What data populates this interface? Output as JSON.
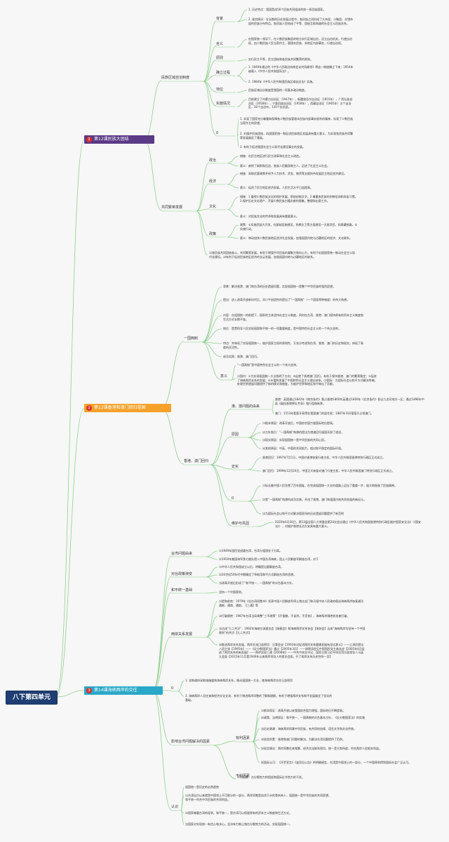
{
  "root": "八下第四单元",
  "colors": {
    "line": "#8fd08f",
    "root_bg": "#1f3e73",
    "topic12_bg": "#5b3a86",
    "topic13_bg": "#f5a12a",
    "topic14_bg": "#2aa8c8",
    "number_badge": "#d9302c"
  },
  "topics": [
    {
      "num": "1",
      "title": "第12课民族大团结",
      "branches": [
        {
          "label": "民族区域自治制度",
          "children": [
            {
              "label": "背景",
              "notes": [
                "1. 历史特点：我国是由56个民族共同组成的统一多民族国家。",
                "2. 现实情况：在长期的历史发展过程中，各民族之间形成了大杂居、小聚居、交错杂居的民族分布特点。各民族人民结成了平等、团结互助和谐的社会主义民族关系。"
              ]
            },
            {
              "label": "含义",
              "notes": [
                "在国家统一领导下，在少数民族聚居的地方实行区域自治，设立自治机关，行使自治权，由少数民族人民当家作主，管理本民族、本地区内部事务，行使自治权。"
              ]
            },
            {
              "label": "原则",
              "notes": [
                "实行民主平等，民主团结和各民族共同繁荣的原则。"
              ]
            },
            {
              "label": "确立过程",
              "notes": [
                "1. 1949年通过的《中华人民政治协商会议共同纲领》将这一制度确立下来；1954年被载入《中华人民共和国宪法》。",
                "2. 1984年《中华人民共和国民族区域自治法》实施。"
              ]
            },
            {
              "label": "地位",
              "notes": [
                "民族区域自治制度是我国的一项基本政治制度。"
              ]
            },
            {
              "label": "实施情况",
              "notes": [
                "目前建立了内蒙古自治区（1947年），新疆维吾尔自治区（1955年），广西壮族自治区（1958年），宁夏回族自治区（1958年），西藏自治区（1965年）五个自治区，30个自治州，120个自治县。"
              ]
            },
            {
              "label": "0",
              "notes": [
                "1. 实现了国家充分尊重和保障各少数民族管理本民族内部事务权利的精神，实现了少数民族当家作主的愿望。",
                "2. 对维护民族团结，巩固国家统一和促进民族地区发展具有重大意义，为实现各民族共同繁荣发展奠定了基础。",
                "3. 有利于促进我国社会主义现代化建设事业的发展。"
              ]
            }
          ]
        },
        {
          "label": "共同繁荣发展",
          "children": [
            {
              "label": "政治",
              "notes": [
                "措施：在民主地区进行民主改革和社会主义改造。",
                "意义：废除了剥削和压迫，各族人民翻身做主人，迈进了社会主义社会。"
              ]
            },
            {
              "label": "经济",
              "notes": [
                "措施：采取优惠政策并给予人力技术、资金、物资等支援扶持发展民主地区经济建设。",
                "意义：促进了民主地区经济发展，人民生活水平日益提高。"
              ]
            },
            {
              "label": "文化",
              "notes": [
                "措施：1.重视少数民族文化的保护发展，帮助创制文字。2.尊重各民族的宗教信仰和风俗习惯。3.保护历史文化遗产，开展少数民族古籍文献的搜集，整理和出版工作。",
                "意义：对民族文化的传承和发展具有重要意义。"
              ]
            },
            {
              "label": "政策",
              "notes": [
                "政策：①实施西部大开发，在基础设施建设、科教文卫等方面建设一大批项目，如青藏铁路。②实施行动。",
                "意义：带动加快少数民族地区经济社会发展，加强祖国内地与边疆地区的经济、文化联系。"
              ]
            }
          ],
          "summary": "⑴各民族共同团结奋斗，共同繁荣发展，有利于增强中华民族的凝聚力和向心力，有利于巩固国家统一推动社会主义现代化建设。⑵有利于促进民族地区经济的长足发展，加强祖国内地与边疆地区的联系。"
        }
      ]
    },
    {
      "num": "2",
      "title": "第13课香港和澳门回归祖国",
      "branches": [
        {
          "label": "一国两制",
          "notes": [
            "背景：解决香港、澳门和台湾的历史遗留问题，实现祖国统一是整个中华民族的强烈愿望。",
            "提出：进入改革开放新时代后，邓小平创造性的提出了“一国两制”（一个国家两种制度）的伟大构想。",
            "内容：在祖国统一的前提下，国家的主体坚持社会主义制度，同时在台湾、香港、澳门保持原有的资本主义制度和生活方式长期不变。",
            "地位：是贯彻导人民实现祖国和平统一的一项重要制度，是中国特色社会主义的一个伟大创举。",
            "特点：并体现了实现祖国统一，维护国家主权的原则性，又充分考虑到台湾、香港、澳门的历史和现实，体现了高度的灵活性。",
            "成功实践：香港、澳门回归。"
          ],
          "significance": {
            "label": "意义",
            "notes": [
              "“一国两制”是中国特色社会主义的一个伟大创举。",
              "⑴国内：①为实现祖国统一大业指明了方向；②促使了香港澳门回归，有利于保持香港、澳门的繁荣稳定；③促进了海峡两岸关系的发展；④丰富和发展了中国特色社会主义理论体系。⑵国际：为国际社会以和平方式解决争端，处理世界遗留问题提供了新的模式和借鉴，为维护世界和地区和平做出了贡献。"
            ]
          }
        },
        {
          "label": "香港、澳门回归",
          "children": [
            {
              "label": "港、澳问题的由来",
              "notes": [
                "香港：英国通过1842年《南京条约》割占香港1860年英通过1860年《北京条约》割占九龙司地方一区；通过1898年中英《展拓香港界址专条》强行租借新界。",
                "澳门：1553年葡萄牙获得在我国澳门的居住权；1887年不好葡萄牙占领澳门。"
              ]
            },
            {
              "label": "原因",
              "notes": [
                "⑴根本原因：改革开放后，中国综合国力强国际地位提高。",
                "⑵方针指引：“一国两制”构想的提出为港澳回归祖国开辟了途径。",
                "⑶现实原因：实现祖国统一是中华民族的共同心愿。",
                "⑷其他原因：中英、中葡的共同努力，相对和平稳定的国际环境。"
              ]
            },
            {
              "label": "史实",
              "notes": [
                "香港回归：1997年7月1日，中国对香港恢复行使主权，中华人民共和国香港特别行政区正式成立。",
                "澳门回归：1999年12月20日，中国正式恢复对澳门行使主权，中华人民共和国澳门特别行政区正式成立。"
              ]
            },
            {
              "label": "0",
              "notes": [
                "⑴标志着中国人民洗雪了百年国耻，在完成祖国统一大业的道路上迈出了重要一步，极大地振奋了民族精神。",
                "⑵是“一国两制”构想的成功实践，开创了香港、澳门和祖国内地共同发展的新纪元。",
                "⑶为国际社会以和平方式解决国家间的历史遗留问题提供了新范例"
              ]
            },
            {
              "label": "维护与巩固",
              "notes": [
                "2020年6月30日，第13届全国人大常委会第20次会议通过《中华人民共和国香港特别行政区维护国家安全法》（《国安法》），对维护香港长治久安具有重大意义。"
              ]
            }
          ]
        }
      ]
    },
    {
      "num": "3",
      "title": "第14课海峡两岸的交往",
      "branches": [
        {
          "label": "台湾问题由来",
          "notes": [
            "⑴1949年国民党退踞台湾，台湾与祖国处于分离。",
            "⑵1950年美国海军第七舰队侵入中国台湾海峡，阻止人民解放军解放台湾，对于"
          ]
        },
        {
          "label": "对台政策演变",
          "notes": [
            "⑴中华人民共和国成立以后，明确提出要解放台湾。",
            "⑵20世纪50年代中期确定了争取用和平方式解放台湾的思想。",
            "⑶改革开放后形成了“和平统一，一国两制”的对台基本方针。"
          ]
        },
        {
          "label": "和平统一基础",
          "notes": [
            "坚持一个中国原则。"
          ]
        },
        {
          "label": "两岸关系发展",
          "notes": [
            "⑴提和前势：1979年《告台湾同胞书》发表中国人民解放军停止炮击金门和马祖中央人民政府倡议海峡两岸恢复通讯通邮，通商、通航。【三通】等",
            "⑵打破隔绝：1987年台湾当局调整“三不政策”【不接触，不谈判，不妥协】，海峡两岸隔绝状态被打破。",
            "⑶达成“九二共识”：1992年海峡交流基金会【海基会】和海峡两岸关系协会【海协会】达成“海峡两岸均坚持一个中国原则”的共识【九二共识】",
            "⑷推进两岸关系发展，两岸交流日益密切：汪辜会谈【1993年对促进两岸关系健康发展有深远意义】——江泽民提出八项主张【1995年】——《反分裂国家法》通过【2005年3月】——胡锦涛会见中国国民党主席连战【2005年4月促进了两岸关系的新发展】——两岸实现三通【2008年】——中共中央总书记、国家主席习近平同台湾方面领导人马英九会面【2015年11月是1949年以来两岸领导人的首次会面，开了两岸关系历史性的一页】"
          ]
        },
        {
          "label": "0",
          "notes": [
            "1. 党和政府采取措施缓和海峡两岸关系，推动祖国统一大业，使海峡两岸交往日益密切",
            "2. 海峡两岸人员往来和经济文化交流，有利于增进两岸同胞的了解和理解，有利于增强两岸关系和平发展奠定了坚实的基础。"
          ]
        },
        {
          "label": "影响台湾问题解决的因素",
          "children": [
            {
              "label": "有利因素",
              "notes": [
                "⑴根本保证：改革开放以来我国综合国力增强，国际地位不断提高。",
                "⑵政策、法律保证：和平统一、一国两制的对台基本方针，《反分裂国家法》的实施",
                "⑶历史源渊：海峡两岸同属中华民族，有共同的血缘、语言文字和文化传统。",
                "⑷经验积累：香港和澳门问题的解决，为解决台湾问题提供了范例。",
                "⑸现实情况：两岸同胞往来频繁，经济文化联系密切，统一是大势所趋，符合两岸人民根本利益。",
                "⑹国际认可：《开罗宣言》《波茨坦公告》的明确规定，台湾是中国领土的一部分，一个中国原则得到国际社会广泛认可。"
              ]
            },
            {
              "label": "不利因素",
              "notes": [
                "不利因素：台分裂势力的阻挠和国际反华势力的干扰。"
              ]
            }
          ]
        },
        {
          "label": "认识",
          "notes": [
            "祖国统一是历史的必然趋势",
            "⑴台湾自古以来就是中国领土不可割分的一部分，两岸同胞是血浓于水的骨肉亲人，祖国统一是中华民族的共同愿望。和平统一符合中华民族的共同利益。",
            "⑵国家尊重台湾的现状。和平统一，是台湾可以保留原有的资本主义制度和生活方式。",
            "⑶国家对实现统一有信心和决心。坚决有力制止独台分裂势力的活动，实现祖国统一。"
          ]
        }
      ]
    }
  ]
}
